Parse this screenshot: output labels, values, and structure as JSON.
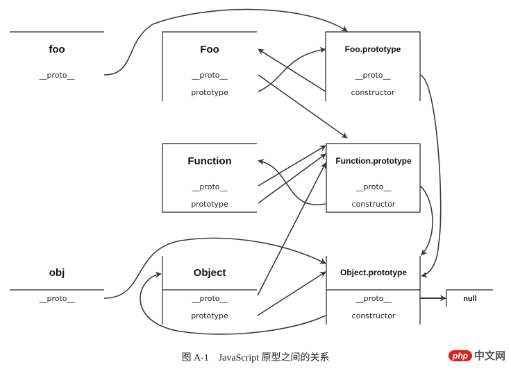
{
  "diagram": {
    "nodes": {
      "foo": {
        "title": "foo",
        "fields": [
          "__proto__"
        ]
      },
      "Foo": {
        "title": "Foo",
        "fields": [
          "__proto__",
          "prototype"
        ]
      },
      "FooPrototype": {
        "title": "Foo.prototype",
        "fields": [
          "__proto__",
          "constructor"
        ]
      },
      "Function": {
        "title": "Function",
        "fields": [
          "__proto__",
          "prototype"
        ]
      },
      "FunctionPrototype": {
        "title": "Function.prototype",
        "fields": [
          "__proto__",
          "constructor"
        ]
      },
      "obj": {
        "title": "obj",
        "fields": [
          "__proto__"
        ]
      },
      "Object": {
        "title": "Object",
        "fields": [
          "__proto__",
          "prototype"
        ]
      },
      "ObjectPrototype": {
        "title": "Object.prototype",
        "fields": [
          "__proto__",
          "constructor"
        ]
      },
      "null": {
        "title": "null",
        "fields": []
      }
    },
    "edges": [
      {
        "from": "foo.__proto__",
        "to": "Foo.prototype"
      },
      {
        "from": "Foo.prototype",
        "to": "Foo.prototype (object)"
      },
      {
        "from": "Foo.prototype.constructor",
        "to": "Foo"
      },
      {
        "from": "Foo.__proto__",
        "to": "Function.prototype"
      },
      {
        "from": "Foo.prototype.__proto__",
        "to": "Object.prototype"
      },
      {
        "from": "Function.__proto__",
        "to": "Function.prototype"
      },
      {
        "from": "Function.prototype",
        "to": "Function.prototype (object)"
      },
      {
        "from": "Function.prototype.constructor",
        "to": "Function"
      },
      {
        "from": "Function.prototype.__proto__",
        "to": "Object.prototype"
      },
      {
        "from": "obj.__proto__",
        "to": "Object.prototype"
      },
      {
        "from": "Object.__proto__",
        "to": "Function.prototype"
      },
      {
        "from": "Object.prototype",
        "to": "Object.prototype (object)"
      },
      {
        "from": "Object.prototype.constructor",
        "to": "Object"
      },
      {
        "from": "Object.prototype.__proto__",
        "to": "null"
      }
    ]
  },
  "caption": "图 A-1　JavaScript 原型之间的关系",
  "watermark": {
    "badge": "php",
    "text": "中文网",
    "badge_color": "#d9241c"
  }
}
